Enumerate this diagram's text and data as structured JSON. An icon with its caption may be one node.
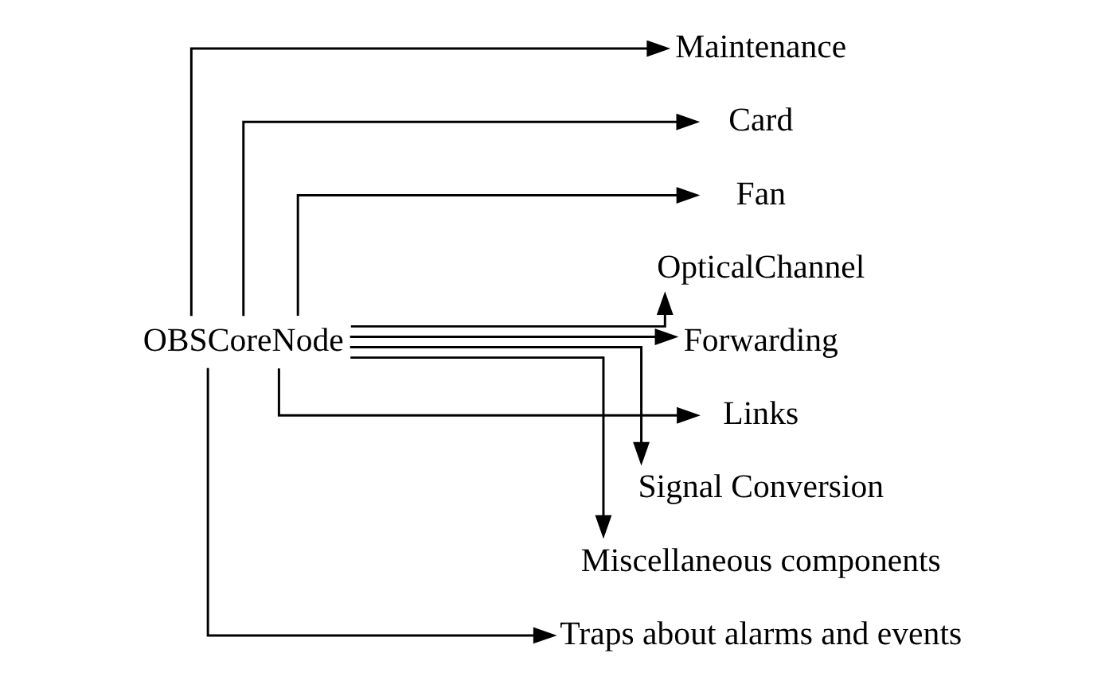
{
  "diagram": {
    "nodes": [
      {
        "text": [
          "OBSCoreNode"
        ]
      },
      {
        "text": [
          "Maintenance"
        ]
      },
      {
        "text": [
          "Card"
        ]
      },
      {
        "text": [
          "Fan"
        ]
      },
      {
        "text": [
          "OpticalChannel"
        ]
      },
      {
        "text": [
          "Forwarding"
        ]
      },
      {
        "text": [
          "Links"
        ]
      },
      {
        "text": [
          "Signal Conversion"
        ]
      },
      {
        "text": [
          "Miscellaneous components"
        ]
      },
      {
        "text": [
          "Traps about alarms and events"
        ]
      }
    ],
    "edges": [
      {
        "from": 0,
        "to": 1,
        "arrow": "to"
      },
      {
        "from": 0,
        "to": 2,
        "arrow": "to"
      },
      {
        "from": 0,
        "to": 3,
        "arrow": "to"
      },
      {
        "from": 0,
        "to": 4,
        "arrow": "to"
      },
      {
        "from": 0,
        "to": 5,
        "arrow": "to"
      },
      {
        "from": 0,
        "to": 6,
        "arrow": "to"
      },
      {
        "from": 0,
        "to": 7,
        "arrow": "to"
      },
      {
        "from": 0,
        "to": 8,
        "arrow": "to"
      },
      {
        "from": 0,
        "to": 9,
        "arrow": "to"
      }
    ]
  }
}
